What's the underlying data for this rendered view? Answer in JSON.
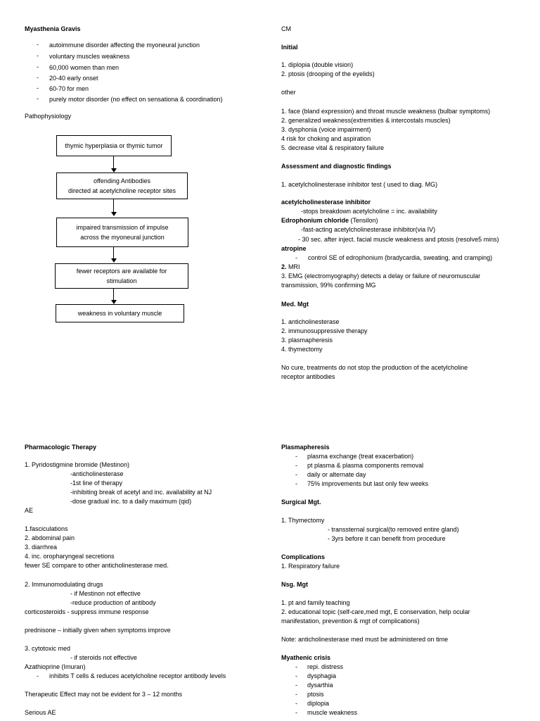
{
  "left_top": {
    "title": "Myasthenia Gravis",
    "bullets": [
      "autoimmune disorder affecting the myoneural junction",
      "voluntary muscles weakness",
      "60,000 women than men",
      "20-40 early onset",
      "60-70 for men",
      "purely motor disorder (no effect on sensationa & coordination)"
    ],
    "patho_label": "Pathophysiology",
    "flow": [
      "thymic hyperplasia or thymic tumor",
      "offending Antibodies\ndirected at acetylcholine receptor sites",
      "impaired transmission of impulse\nacross the myoneural junction",
      "fewer receptors are available for\nstimulation",
      "weakness in voluntary muscle"
    ]
  },
  "right_top": {
    "cm": "CM",
    "initial_title": "Initial",
    "initial": [
      "1. diplopia (double vision)",
      "2. ptosis (drooping of the eyelids)"
    ],
    "other_title": "other",
    "other": [
      "1. face (bland expression) and throat muscle weakness (bulbar symptoms)",
      "2. generalized weakness(extremities & intercostals muscles)",
      "3. dysphonia (voice impairment)",
      "4 risk for choking and aspiration",
      "5. decrease vital & respiratory failure"
    ],
    "assess_title": "Assessment and diagnostic findings",
    "assess_1": "1. acetylcholinesterase inhibitor test ( used to diag. MG)",
    "ache_title": "acetylcholinesterase inhibitor",
    "ache_desc": "-stops breakdown acetylcholine = inc. availability",
    "edro_title": "Edrophonium chloride",
    "edro_paren": " (Tensilon)",
    "edro_1": "-fast-acting acetylcholinesterase inhibitor(via IV)",
    "edro_2": "- 30 sec. after inject. facial muscle weakness and ptosis (resolve5 mins)",
    "atropine_title": "atropine",
    "atropine_desc": "control SE of edrophonium (bradycardia, sweating, and cramping)",
    "mri_num": "2.",
    "mri": " MRI",
    "emg_1": "3. EMG (electromyography) detects a delay or failure of neuromuscular",
    "emg_2": "transmission, 99% confirming MG",
    "medmgt_title": "Med. Mgt",
    "medmgt": [
      "1. anticholinesterase",
      "2. immunosuppressive therapy",
      "3. plasmapheresis",
      "4. thymectomy"
    ],
    "nocure_1": "No cure, treatments do not stop the production of the acetylcholine",
    "nocure_2": "receptor antibodies"
  },
  "left_bottom": {
    "title": "Pharmacologic Therapy",
    "pyrido": "1. Pyridostigmine bromide (Mestinon)",
    "pyrido_sub": [
      "-anticholinesterase",
      "-1st line of therapy",
      "-inhibiting break of acetyl and inc. availability at NJ",
      "-dose gradual inc. to a daily maximum (qid)"
    ],
    "ae": "AE",
    "ae_list": [
      "1.fasciculations",
      "2. abdominal pain",
      "3. diarrhrea",
      "4. inc. oropharyngeal secretions"
    ],
    "fewer_se": "fewer SE compare to other anticholinesterase med.",
    "immuno": "2. Immunomodulating drugs",
    "immuno_sub": [
      "- if Mestinon not effective",
      "-reduce production of antibody"
    ],
    "cortico": "corticosteroids - suppress immune response",
    "prednisone": "prednisone – initially given when symptoms improve",
    "cyto": "3. cytotoxic med",
    "cyto_sub": "- if steroids not effective",
    "aza": "Azathioprine (Imuran)",
    "aza_bullet": "inhibits T cells & reduces acetylcholine receptor antibody levels",
    "therapeutic": "Therapeutic Effect may not be evident for 3 – 12 months",
    "serious": "Serious AE"
  },
  "right_bottom": {
    "plasma_title": "Plasmapheresis",
    "plasma": [
      "plasma exchange (treat exacerbation)",
      "pt plasma & plasma components removal",
      "daily or alternate day",
      "75% improvements but last only few weeks"
    ],
    "surgical_title": "Surgical Mgt.",
    "thymectomy": "1. Thymectomy",
    "thymectomy_sub": [
      "- transsternal surgical(to removed entire gland)",
      "- 3yrs before it can benefit from procedure"
    ],
    "comp_title": "Complications",
    "comp_1": "1. Respiratory failure",
    "nsg_title": "Nsg. Mgt",
    "nsg_1": "1. pt and family teaching",
    "nsg_2a": "2. educational topic (self-care,med mgt, E conservation, help ocular",
    "nsg_2b": "manifestation, prevention & mgt of complications)",
    "note": "Note: anticholinesterase med must be administered on time",
    "crisis_title": "Myathenic crisis",
    "crisis": [
      "repi. distress",
      "dysphagia",
      "dysarthia",
      "ptosis",
      "diplopia",
      "muscle weakness"
    ]
  }
}
